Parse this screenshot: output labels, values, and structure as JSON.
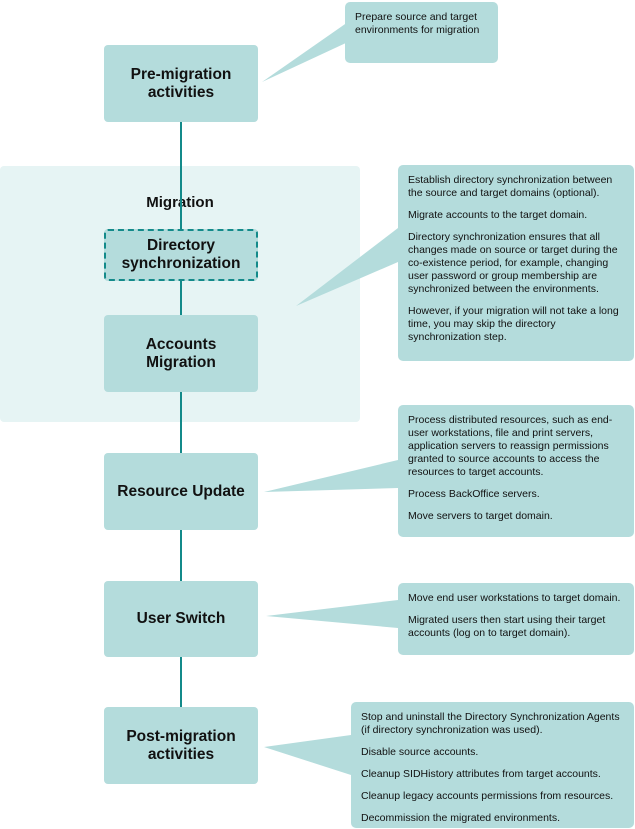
{
  "group": {
    "title": "Migration"
  },
  "steps": {
    "pre_migration": "Pre-migration activities",
    "directory_sync": "Directory synchronization",
    "accounts_migration": "Accounts Migration",
    "resource_update": "Resource Update",
    "user_switch": "User Switch",
    "post_migration": "Post-migration activities"
  },
  "notes": {
    "pre_migration": [
      "Prepare source and target environments for migration"
    ],
    "migration": [
      "Establish directory synchronization between the source and target domains (optional).",
      "Migrate accounts to the target domain.",
      "Directory synchronization ensures that all changes made on source or target during the co-existence period, for example, changing user password or group membership are synchronized between the environments.",
      "However, if your migration will not take a long time, you may skip the directory synchronization step."
    ],
    "resource_update": [
      "Process distributed resources, such as end-user workstations, file and print servers, application servers to reassign permissions granted to source accounts to access the resources to target accounts.",
      "Process BackOffice servers.",
      "Move servers to target domain."
    ],
    "user_switch": [
      "Move end user workstations to target domain.",
      "Migrated users then start using their target accounts (log on to target domain)."
    ],
    "post_migration": [
      "Stop and uninstall the Directory Synchronization Agents (if directory synchronization was used).",
      "Disable source accounts.",
      "Cleanup SIDHistory attributes from target accounts.",
      "Cleanup legacy accounts permissions from resources.",
      "Decommission the migrated environments."
    ]
  },
  "colors": {
    "box": "#b4dcdc",
    "connector": "#138a8a",
    "group_bg": "#e6f4f4"
  }
}
